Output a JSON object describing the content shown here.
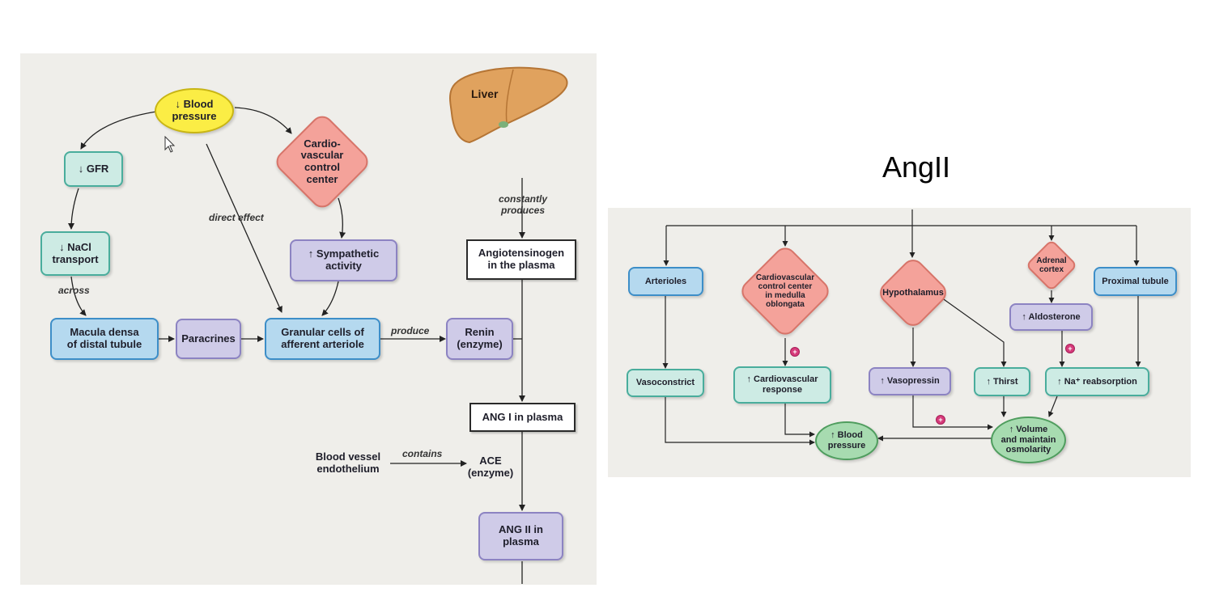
{
  "title": "AngII",
  "left_diagram": {
    "nodes": {
      "blood_pressure": "↓ Blood\npressure",
      "cardio_center": "Cardio-\nvascular\ncontrol\ncenter",
      "gfr": "↓ GFR",
      "nacl": "↓ NaCl\ntransport",
      "sympathetic": "↑ Sympathetic\nactivity",
      "macula": "Macula densa\nof distal tubule",
      "paracrines": "Paracrines",
      "granular": "Granular cells of\nafferent arteriole",
      "renin": "Renin\n(enzyme)",
      "liver": "Liver",
      "angiotensinogen": "Angiotensinogen\nin the plasma",
      "ang1": "ANG I in plasma",
      "blood_vessel": "Blood vessel\nendothelium",
      "ace": "ACE\n(enzyme)",
      "ang2": "ANG II in\nplasma"
    },
    "edge_labels": {
      "across": "across",
      "direct_effect": "direct effect",
      "produce": "produce",
      "constantly_produces": "constantly\nproduces",
      "contains": "contains"
    }
  },
  "right_diagram": {
    "nodes": {
      "arterioles": "Arterioles",
      "cardio_medulla": "Cardiovascular\ncontrol center\nin medulla\noblongata",
      "hypothalamus": "Hypothalamus",
      "adrenal": "Adrenal\ncortex",
      "proximal": "Proximal tubule",
      "aldosterone": "↑ Aldosterone",
      "vasoconstrict": "Vasoconstrict",
      "cardio_response": "↑ Cardiovascular\nresponse",
      "vasopressin": "↑ Vasopressin",
      "thirst": "↑ Thirst",
      "na_reabsorption": "↑ Na⁺ reabsorption",
      "blood_pressure": "↑ Blood\npressure",
      "volume": "↑ Volume\nand maintain\nosmolarity"
    },
    "markers": {
      "plus_symbol": "+"
    }
  },
  "colors": {
    "teal": "#cdebe4",
    "blue": "#b5d9ef",
    "purple": "#cfcbe8",
    "yellow": "#fbed45",
    "salmon": "#f4a29a",
    "green": "#a7dbb0",
    "panel": "#efeeea",
    "plus_marker": "#d63a7a"
  },
  "icons": {
    "cursor": "mouse-pointer-icon",
    "liver": "liver-icon"
  }
}
